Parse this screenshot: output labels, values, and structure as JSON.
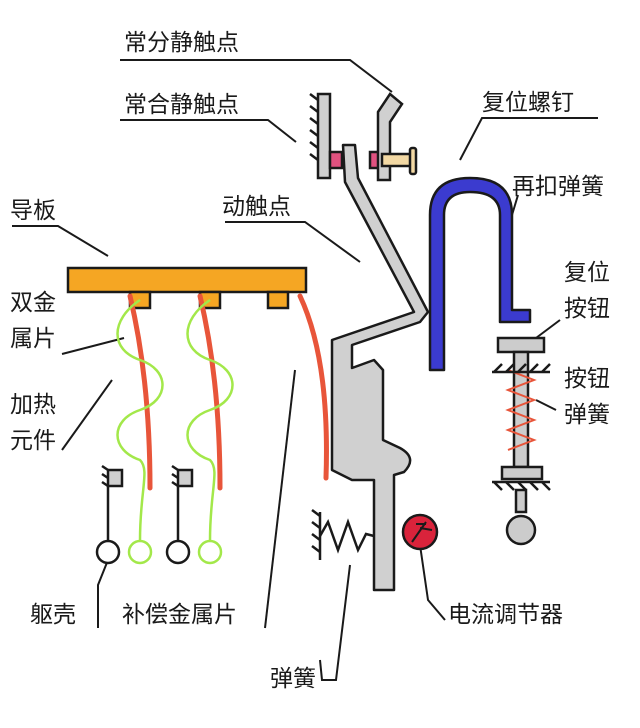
{
  "labels": {
    "normally_open_contact": "常分静触点",
    "normally_closed_contact": "常合静触点",
    "guide_plate": "导板",
    "bimetal_1": "双金",
    "bimetal_2": "属片",
    "heater_1": "加热",
    "heater_2": "元件",
    "housing": "躯壳",
    "compensation_bimetal": "补偿金属片",
    "spring": "弹簧",
    "moving_contact": "动触点",
    "reset_screw": "复位螺钉",
    "rebuckle_spring": "再扣弹簧",
    "reset_button_1": "复位",
    "reset_button_2": "按钮",
    "button_spring_1": "按钮",
    "button_spring_2": "弹簧",
    "current_regulator": "电流调节器"
  },
  "colors": {
    "outline": "#1a1a1a",
    "guide_plate": "#f5a623",
    "bimetal": "#e8553a",
    "heater": "#a3e84a",
    "lever": "#d0d0d0",
    "rebuckle_spring": "#3b3bcf",
    "regulator": "#d9233b",
    "contact_pink": "#e0527f",
    "screw": "#f3d9a4",
    "reset_button": "#cccccc",
    "leader": "#1a1a1a"
  }
}
